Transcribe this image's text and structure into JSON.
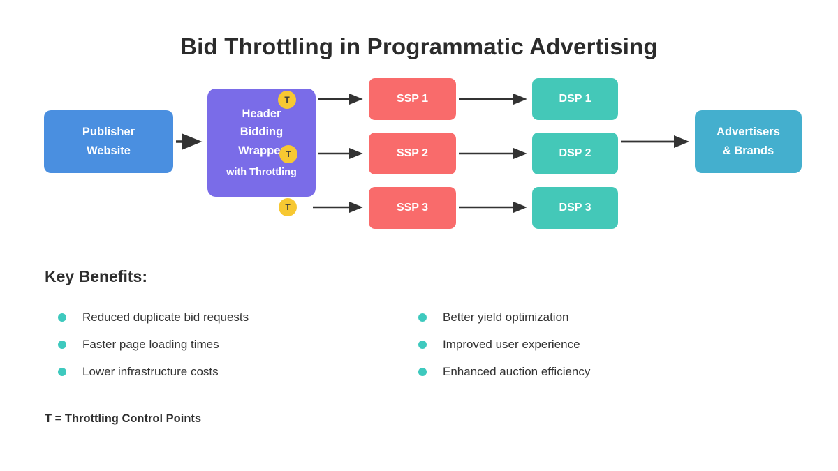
{
  "title": "Bid Throttling in Programmatic Advertising",
  "colors": {
    "publisher_box": "#4a8fe0",
    "wrapper_box": "#7a6ce8",
    "ssp_box": "#f96b6b",
    "dsp_box": "#44c8b8",
    "advertisers_box": "#44afce",
    "throttle_badge": "#f7c832",
    "arrow": "#333333",
    "bullet": "#3ec9be"
  },
  "flow": {
    "publisher": {
      "lines": [
        "Publisher",
        "Website"
      ]
    },
    "wrapper": {
      "lines": [
        "Header",
        "Bidding",
        "Wrapper"
      ],
      "subtitle": "with Throttling"
    },
    "ssps": [
      {
        "label": "SSP 1"
      },
      {
        "label": "SSP 2"
      },
      {
        "label": "SSP 3"
      }
    ],
    "dsps": [
      {
        "label": "DSP 1"
      },
      {
        "label": "DSP 2"
      },
      {
        "label": "DSP 3"
      }
    ],
    "advertisers": {
      "lines": [
        "Advertisers",
        "& Brands"
      ]
    },
    "throttle_badge_letter": "T"
  },
  "benefits": {
    "heading": "Key Benefits:",
    "col1": [
      "Reduced duplicate bid requests",
      "Faster page loading times",
      "Lower infrastructure costs"
    ],
    "col2": [
      "Better yield optimization",
      "Improved user experience",
      "Enhanced auction efficiency"
    ]
  },
  "legend": "T = Throttling Control Points"
}
